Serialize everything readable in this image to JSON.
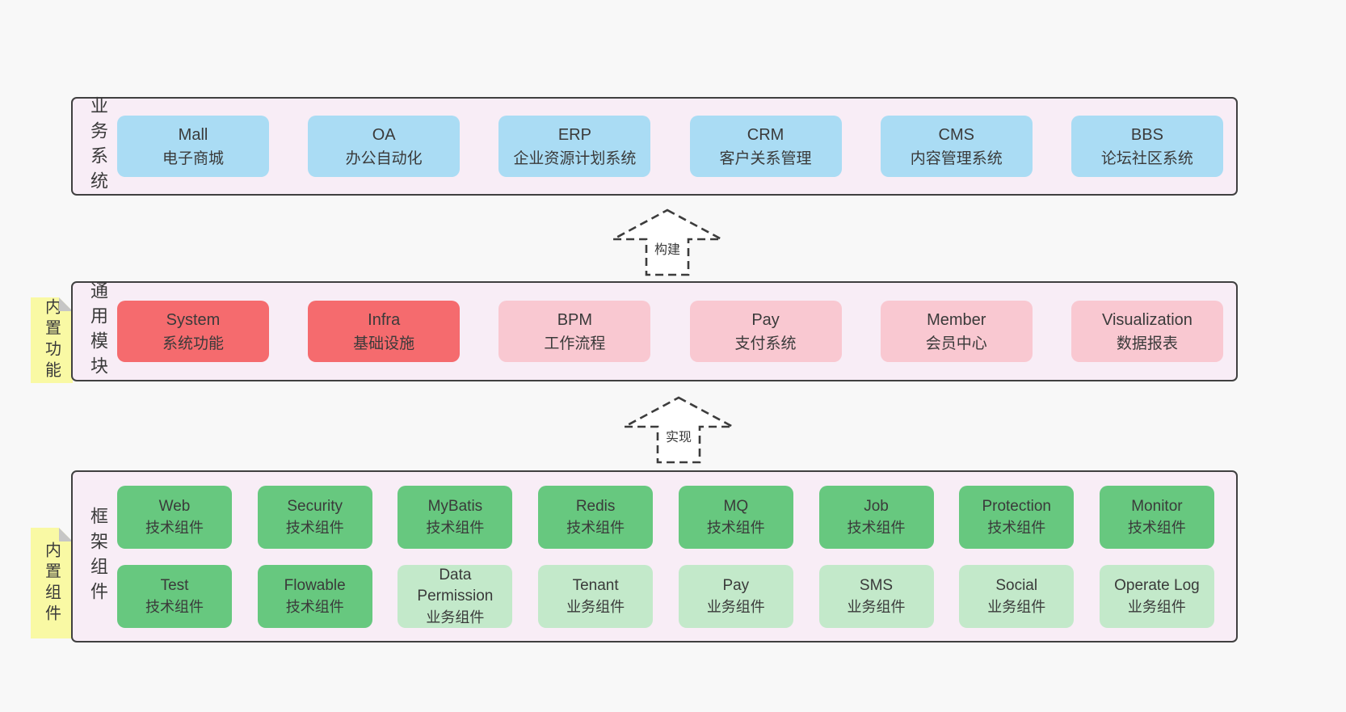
{
  "colors": {
    "page_bg": "#f8f8f8",
    "layer_bg": "#f8edf6",
    "layer_border": "#404040",
    "box_blue": "#aadcf4",
    "box_red": "#f56b6e",
    "box_pink": "#f9c8d1",
    "box_green": "#67c87f",
    "box_green_light": "#c3e9ca",
    "sticky_yellow": "#f9f9a4",
    "sticky_fold": "#c6c6c6",
    "text": "#3a3a3a"
  },
  "stickies": [
    {
      "text": "内置功能"
    },
    {
      "text": "内置组件"
    }
  ],
  "arrows": [
    {
      "label": "构建"
    },
    {
      "label": "实现"
    }
  ],
  "layers": [
    {
      "label": "业务系统",
      "boxes": [
        {
          "title": "Mall",
          "subtitle": "电子商城",
          "color": "blue"
        },
        {
          "title": "OA",
          "subtitle": "办公自动化",
          "color": "blue"
        },
        {
          "title": "ERP",
          "subtitle": "企业资源计划系统",
          "color": "blue"
        },
        {
          "title": "CRM",
          "subtitle": "客户关系管理",
          "color": "blue"
        },
        {
          "title": "CMS",
          "subtitle": "内容管理系统",
          "color": "blue"
        },
        {
          "title": "BBS",
          "subtitle": "论坛社区系统",
          "color": "blue"
        }
      ]
    },
    {
      "label": "通用模块",
      "boxes": [
        {
          "title": "System",
          "subtitle": "系统功能",
          "color": "red"
        },
        {
          "title": "Infra",
          "subtitle": "基础设施",
          "color": "red"
        },
        {
          "title": "BPM",
          "subtitle": "工作流程",
          "color": "pink"
        },
        {
          "title": "Pay",
          "subtitle": "支付系统",
          "color": "pink"
        },
        {
          "title": "Member",
          "subtitle": "会员中心",
          "color": "pink"
        },
        {
          "title": "Visualization",
          "subtitle": "数据报表",
          "color": "pink"
        }
      ]
    },
    {
      "label": "框架组件",
      "rows": [
        [
          {
            "title": "Web",
            "subtitle": "技术组件",
            "color": "green"
          },
          {
            "title": "Security",
            "subtitle": "技术组件",
            "color": "green"
          },
          {
            "title": "MyBatis",
            "subtitle": "技术组件",
            "color": "green"
          },
          {
            "title": "Redis",
            "subtitle": "技术组件",
            "color": "green"
          },
          {
            "title": "MQ",
            "subtitle": "技术组件",
            "color": "green"
          },
          {
            "title": "Job",
            "subtitle": "技术组件",
            "color": "green"
          },
          {
            "title": "Protection",
            "subtitle": "技术组件",
            "color": "green"
          },
          {
            "title": "Monitor",
            "subtitle": "技术组件",
            "color": "green"
          }
        ],
        [
          {
            "title": "Test",
            "subtitle": "技术组件",
            "color": "green"
          },
          {
            "title": "Flowable",
            "subtitle": "技术组件",
            "color": "green"
          },
          {
            "title": "Data Permission",
            "subtitle": "业务组件",
            "color": "green-light"
          },
          {
            "title": "Tenant",
            "subtitle": "业务组件",
            "color": "green-light"
          },
          {
            "title": "Pay",
            "subtitle": "业务组件",
            "color": "green-light"
          },
          {
            "title": "SMS",
            "subtitle": "业务组件",
            "color": "green-light"
          },
          {
            "title": "Social",
            "subtitle": "业务组件",
            "color": "green-light"
          },
          {
            "title": "Operate Log",
            "subtitle": "业务组件",
            "color": "green-light"
          }
        ]
      ]
    }
  ]
}
